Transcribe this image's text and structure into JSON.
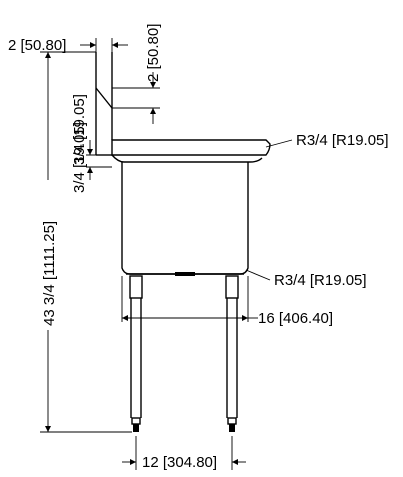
{
  "dimensions": {
    "top_horizontal": "2 [50.80]",
    "top_vertical": "2 [50.80]",
    "backsplash_thickness": "3/4 [19.05]",
    "lower_thickness": "3/4 [19.05]",
    "overall_height": "43 3/4 [1111.25]",
    "radius_top": "R3/4 [R19.05]",
    "radius_bottom": "R3/4 [R19.05]",
    "bowl_depth": "16 [406.40]",
    "leg_spacing": "12 [304.80]"
  }
}
